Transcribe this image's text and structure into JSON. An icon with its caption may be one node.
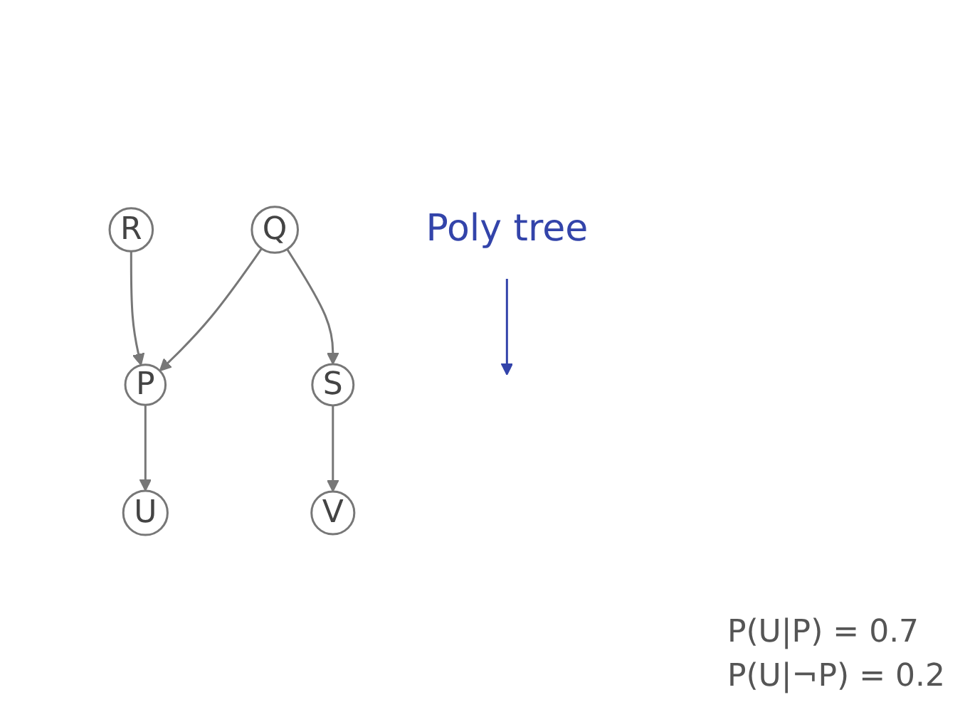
{
  "diagram": {
    "nodes": [
      {
        "text": [
          "R"
        ]
      },
      {
        "text": [
          "Q"
        ]
      },
      {
        "text": [
          "P"
        ]
      },
      {
        "text": [
          "S"
        ]
      },
      {
        "text": [
          "U"
        ]
      },
      {
        "text": [
          "V"
        ]
      },
      {
        "text": [
          "Poly tree"
        ]
      }
    ],
    "edges": [
      {
        "from": 0,
        "to": 2,
        "arrow": "to"
      },
      {
        "from": 1,
        "to": 2,
        "arrow": "to"
      },
      {
        "from": 1,
        "to": 3,
        "arrow": "to"
      },
      {
        "from": 2,
        "to": 4,
        "arrow": "to"
      },
      {
        "from": 3,
        "to": 5,
        "arrow": "to"
      },
      {
        "from": 6,
        "to": null,
        "arrow": "to",
        "color": "#3344aa"
      }
    ],
    "labels": [
      "P(U|P) = 0.7",
      "P(U|¬P) = 0.2"
    ]
  }
}
